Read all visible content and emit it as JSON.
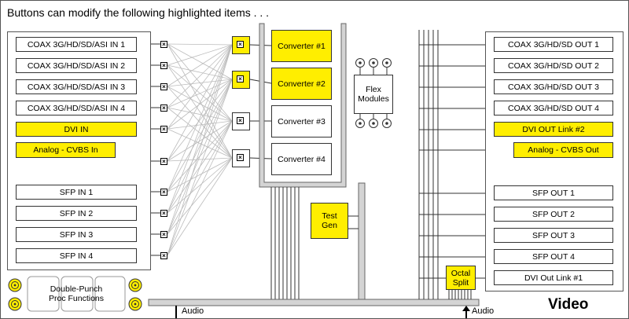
{
  "header": {
    "text": "Buttons can modify the following highlighted items . . ."
  },
  "colors": {
    "highlight": "#ffee00",
    "line": "#333333",
    "bus": "#cccccc"
  },
  "inputs": [
    {
      "label": "COAX 3G/HD/SD/ASI IN 1",
      "highlighted": false
    },
    {
      "label": "COAX 3G/HD/SD/ASI IN 2",
      "highlighted": false
    },
    {
      "label": "COAX 3G/HD/SD/ASI IN 3",
      "highlighted": false
    },
    {
      "label": "COAX 3G/HD/SD/ASI IN 4",
      "highlighted": false
    },
    {
      "label": "DVI IN",
      "highlighted": true
    },
    {
      "label": "Analog - CVBS In",
      "highlighted": true
    },
    {
      "label": "SFP IN 1",
      "highlighted": false
    },
    {
      "label": "SFP IN 2",
      "highlighted": false
    },
    {
      "label": "SFP IN 3",
      "highlighted": false
    },
    {
      "label": "SFP IN 4",
      "highlighted": false
    }
  ],
  "converters": [
    {
      "label": "Converter #1",
      "highlighted": true
    },
    {
      "label": "Converter #2",
      "highlighted": true
    },
    {
      "label": "Converter #3",
      "highlighted": false
    },
    {
      "label": "Converter #4",
      "highlighted": false
    }
  ],
  "flex_modules": {
    "label": "Flex\nModules"
  },
  "test_gen": {
    "label": "Test\nGen",
    "highlighted": true
  },
  "octal_split": {
    "label": "Octal\nSplit",
    "highlighted": true
  },
  "outputs": [
    {
      "label": "COAX 3G/HD/SD OUT 1",
      "highlighted": false
    },
    {
      "label": "COAX 3G/HD/SD OUT 2",
      "highlighted": false
    },
    {
      "label": "COAX 3G/HD/SD OUT 3",
      "highlighted": false
    },
    {
      "label": "COAX 3G/HD/SD OUT 4",
      "highlighted": false
    },
    {
      "label": "DVI OUT Link #2",
      "highlighted": true
    },
    {
      "label": "Analog - CVBS Out",
      "highlighted": true
    },
    {
      "label": "SFP OUT 1",
      "highlighted": false
    },
    {
      "label": "SFP OUT 2",
      "highlighted": false
    },
    {
      "label": "SFP OUT 3",
      "highlighted": false
    },
    {
      "label": "SFP OUT 4",
      "highlighted": false
    },
    {
      "label": "DVI Out Link #1",
      "highlighted": false
    }
  ],
  "proc": {
    "label": "Double-Punch\nProc Functions"
  },
  "audio_in": {
    "label": "Audio"
  },
  "audio_out": {
    "label": "Audio"
  },
  "footer": {
    "label": "Video"
  }
}
